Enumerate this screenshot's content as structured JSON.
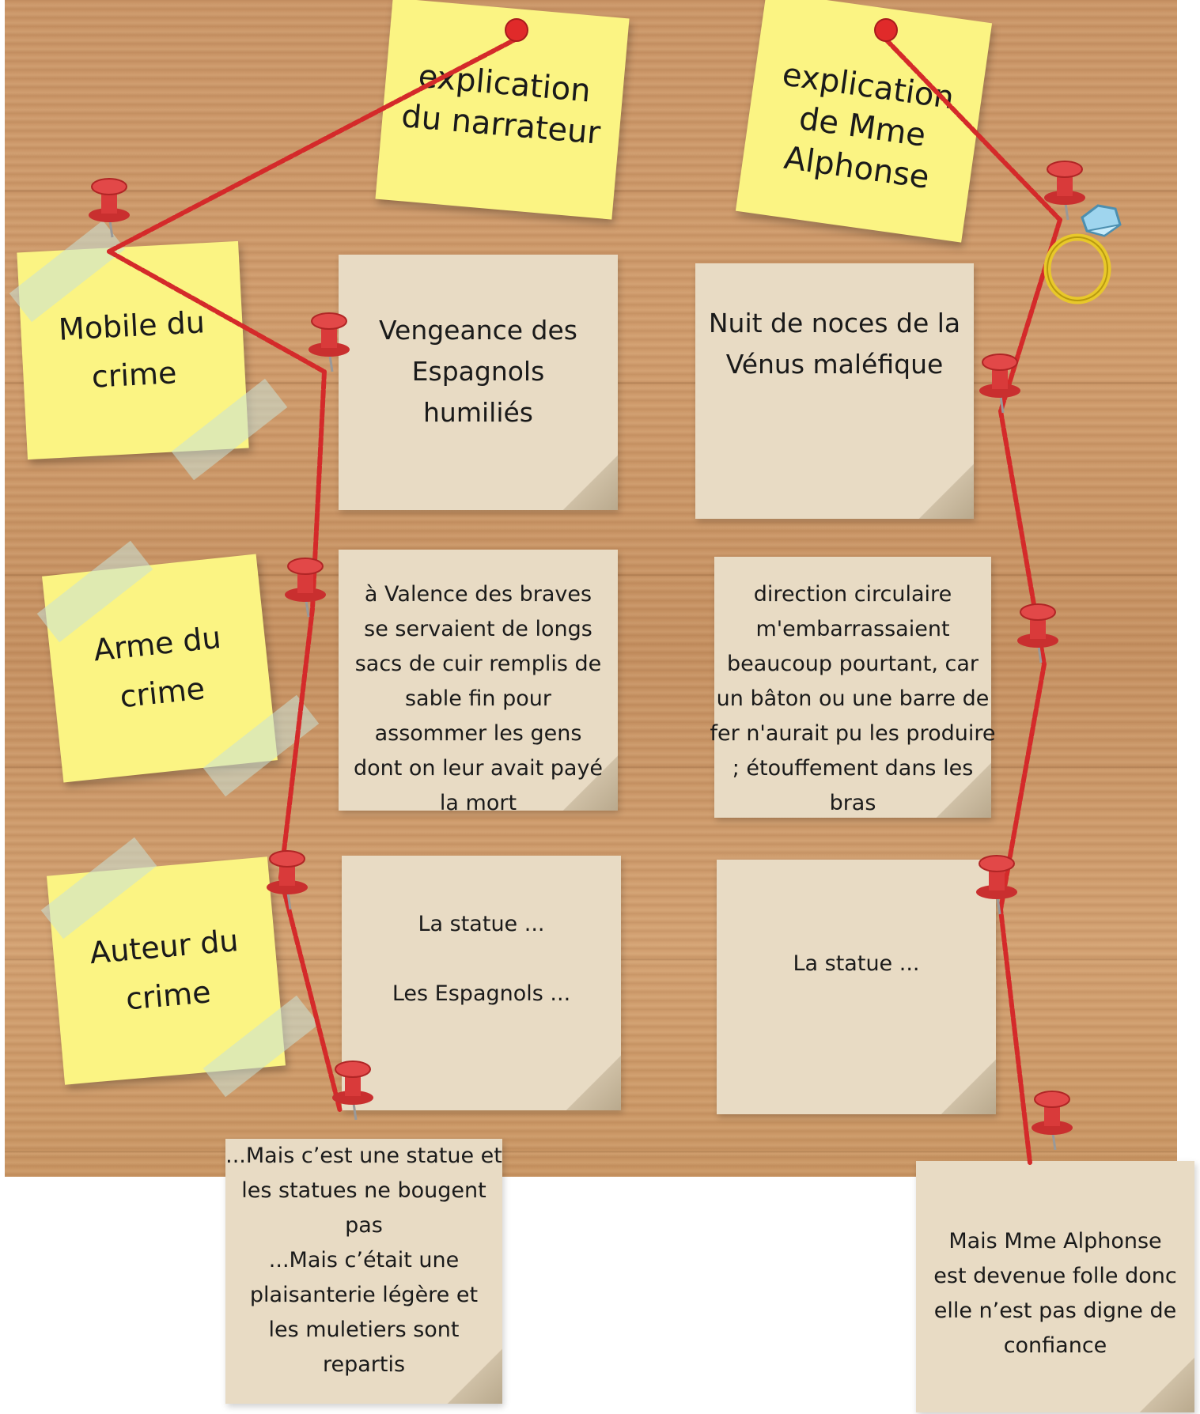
{
  "yellow_notes": {
    "top1": "explication\ndu narrateur",
    "top2": "explication\nde Mme\nAlphonse",
    "row1": "Mobile du\ncrime",
    "row2": "Arme du\ncrime",
    "row3": "Auteur du\ncrime"
  },
  "cells": {
    "r1c1": "Vengeance des\nEspagnols\nhumiliés",
    "r1c2": "Nuit de noces de la\nVénus maléfique",
    "r2c1": "à Valence des braves\nse servaient de longs\nsacs de cuir remplis de\nsable fin pour\nassommer les gens\ndont on leur avait payé\nla mort",
    "r2c2": "direction circulaire\nm'embarrassaient\nbeaucoup pourtant, car\nun bâton ou une barre de\nfer n'aurait pu les produire\n; étouffement dans les\nbras",
    "r3c1": "La statue ...\n\nLes Espagnols ...",
    "r3c2": "La statue ..."
  },
  "bottom_notes": {
    "left": "...Mais c’est une statue et\nles statues ne bougent\npas\n...Mais c’était une\nplaisanterie légère et\nles muletiers sont\nrepartis",
    "right": "Mais Mme Alphonse\nest devenue folle donc\nelle n’est pas digne de\nconfiance"
  },
  "colors": {
    "yellow": "#fbf483",
    "beige": "#e8dbc4",
    "string": "#d42a2a",
    "pin": "#d93a3a"
  }
}
